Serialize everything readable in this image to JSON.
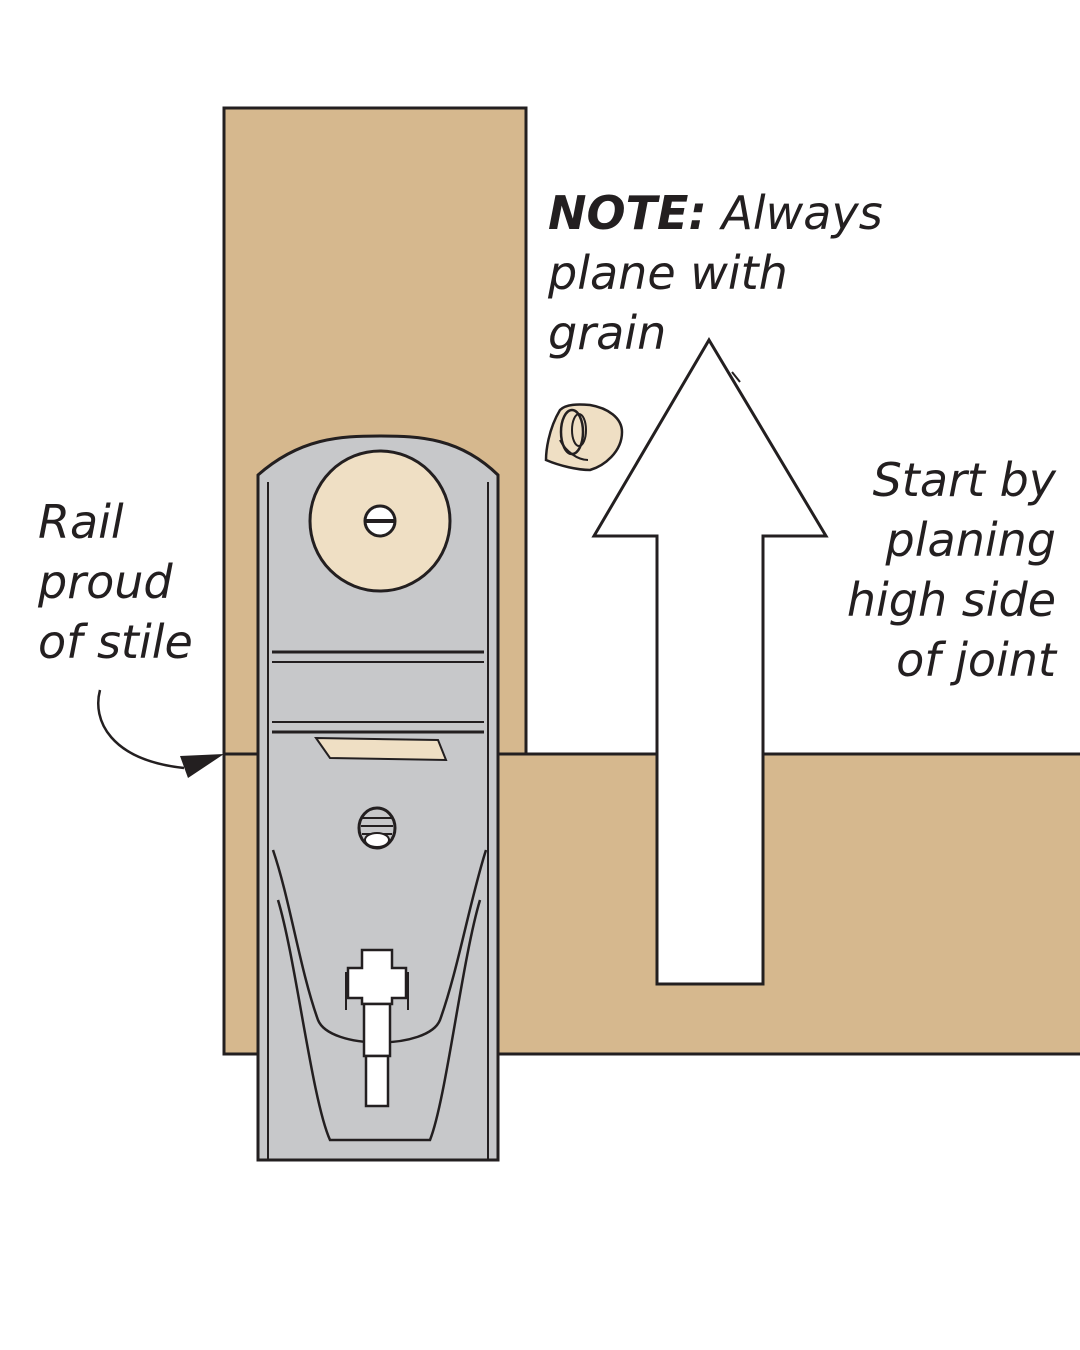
{
  "colors": {
    "wood": "#d6b88e",
    "wood_light": "#efdfc4",
    "plane_body": "#c7c8ca",
    "outline": "#231f20",
    "arrow_fill": "#ffffff",
    "background": "#ffffff"
  },
  "labels": {
    "note": {
      "prefix": "NOTE:",
      "line1": "Always",
      "line2": "plane with",
      "line3": "grain"
    },
    "rail": {
      "line1": "Rail",
      "line2": "proud",
      "line3": "of stile"
    },
    "start": {
      "line1": "Start by",
      "line2": "planing",
      "line3": "high side",
      "line4": "of joint"
    }
  },
  "icons": {
    "tool": "hand-plane-icon",
    "shaving": "wood-shaving-icon",
    "direction": "up-arrow-icon",
    "pointer": "curved-pointer-arrow-icon"
  }
}
